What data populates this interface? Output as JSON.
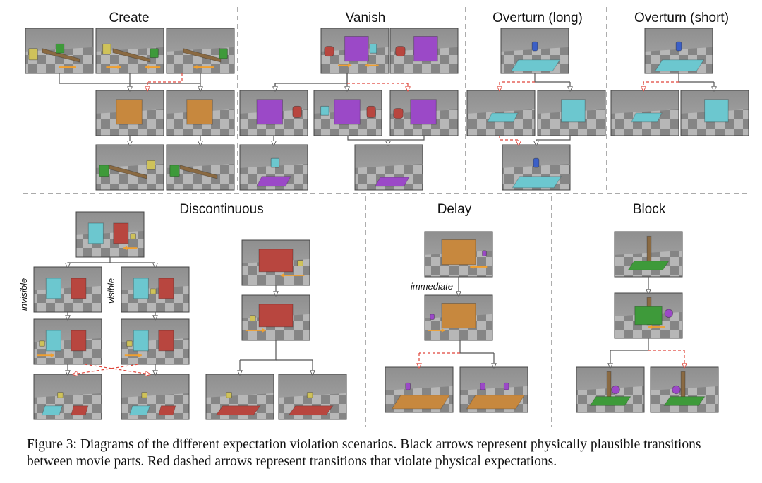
{
  "sections": {
    "create": "Create",
    "vanish": "Vanish",
    "overturn_long": "Overturn (long)",
    "overturn_short": "Overturn (short)",
    "discontinuous": "Discontinuous",
    "delay": "Delay",
    "block": "Block"
  },
  "labels": {
    "invisible": "invisible",
    "visible": "visible",
    "immediate": "immediate"
  },
  "caption": "Figure 3: Diagrams of the different expectation violation scenarios. Black arrows represent physically plausible transitions between movie parts. Red dashed arrows represent transitions that violate physical expectations.",
  "colors": {
    "plausible_arrow": "#555555",
    "violation_arrow": "#e0453a",
    "orange": "#c7883e",
    "purple": "#9b49c7",
    "cyan": "#6cc7cf",
    "red": "#b8463f",
    "green": "#3e9a3a",
    "yellow": "#cfc25a"
  }
}
